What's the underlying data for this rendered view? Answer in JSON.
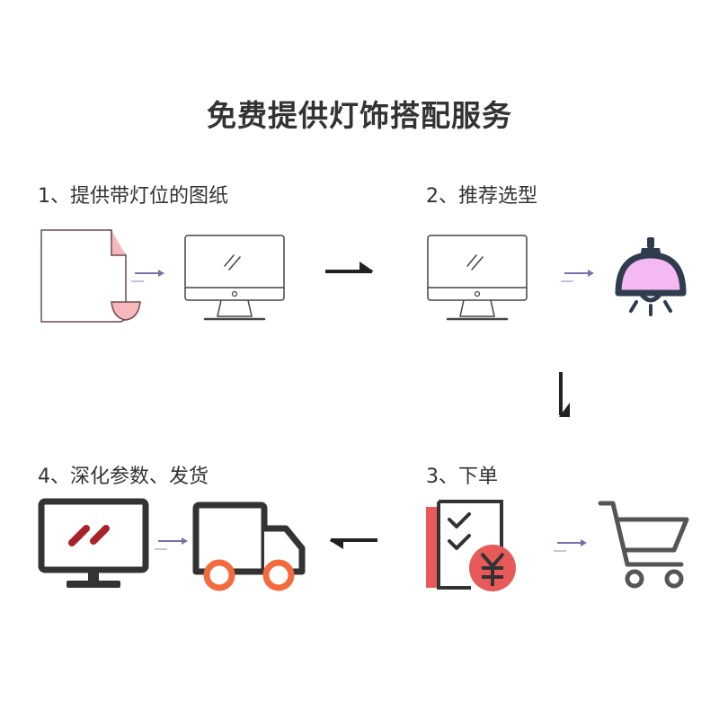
{
  "title": "免费提供灯饰搭配服务",
  "steps": [
    {
      "label": "1、提供带灯位的图纸"
    },
    {
      "label": "2、推荐选型"
    },
    {
      "label": "3、下单"
    },
    {
      "label": "4、深化参数、发货"
    }
  ],
  "colors": {
    "text": "#333333",
    "outline": "#6b4a4e",
    "pink": "#f7b8bd",
    "screen_line": "#444444",
    "small_arrow": "#7b6fa8",
    "big_arrow": "#222222",
    "lamp_dark": "#2f3c4e",
    "lamp_pink": "#f4b8f3",
    "red": "#e85a5a",
    "dark_red": "#a8222a",
    "wheel": "#f26a3e",
    "cart": "#555555"
  },
  "icons": [
    "document-icon",
    "monitor-icon",
    "lamp-icon",
    "order-invoice-icon",
    "shopping-cart-icon",
    "design-monitor-icon",
    "delivery-truck-icon"
  ]
}
